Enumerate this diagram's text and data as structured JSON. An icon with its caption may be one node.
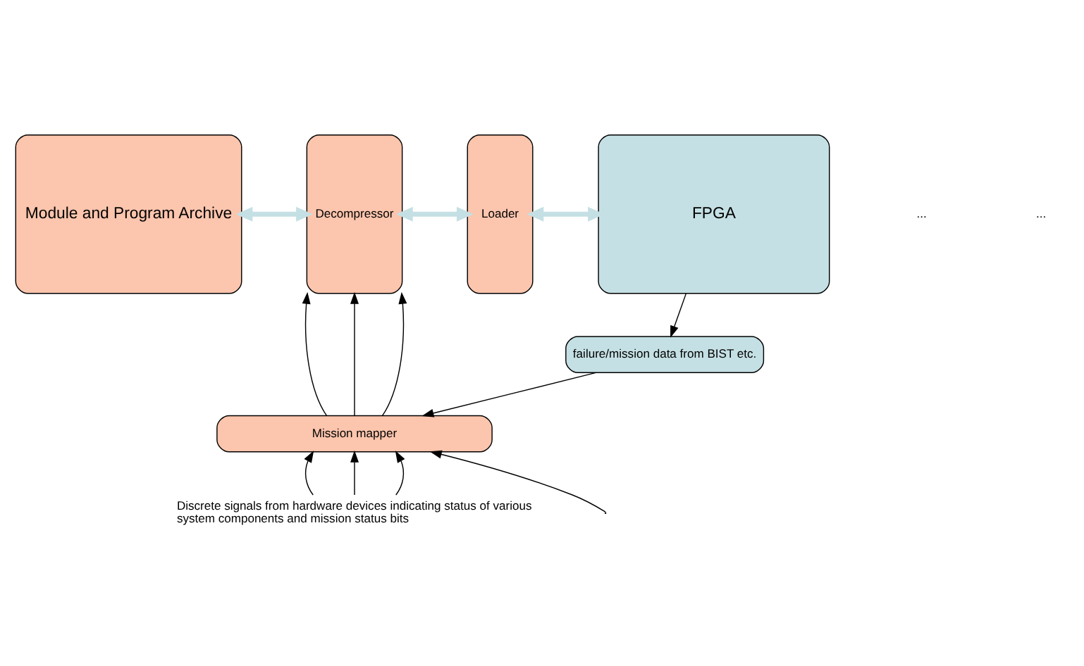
{
  "diagram": {
    "nodes": [
      {
        "text": [
          "Module and Program Archive"
        ]
      },
      {
        "text": [
          "Decompressor"
        ]
      },
      {
        "text": [
          "Loader"
        ]
      },
      {
        "text": [
          "FPGA"
        ]
      },
      {
        "text": [
          "failure/mission data from BIST etc."
        ]
      },
      {
        "text": [
          "Mission mapper"
        ]
      },
      {
        "text": [
          "Discrete signals from hardware devices indicating status of various system components and mission status bits"
        ]
      }
    ],
    "edges": [
      {
        "from": 0,
        "to": 1,
        "arrow": "both",
        "style": "thick",
        "color": "#c5e0e4"
      },
      {
        "from": 1,
        "to": 2,
        "arrow": "both",
        "style": "thick",
        "color": "#c5e0e4"
      },
      {
        "from": 2,
        "to": 3,
        "arrow": "both",
        "style": "thick",
        "color": "#c5e0e4"
      },
      {
        "from": 3,
        "to": 4,
        "arrow": "to"
      },
      {
        "from": 4,
        "to": 5,
        "arrow": "to"
      },
      {
        "from": 5,
        "to": 1,
        "arrow": "to"
      },
      {
        "from": 5,
        "to": 1,
        "arrow": "to"
      },
      {
        "from": 5,
        "to": 1,
        "arrow": "to"
      },
      {
        "from": null,
        "to": 5,
        "arrow": "to"
      },
      {
        "from": 6,
        "to": 5,
        "arrow": "to"
      },
      {
        "from": 6,
        "to": 5,
        "arrow": "to"
      },
      {
        "from": 6,
        "to": 5,
        "arrow": "to"
      }
    ],
    "labels": [
      "...",
      "..."
    ]
  }
}
